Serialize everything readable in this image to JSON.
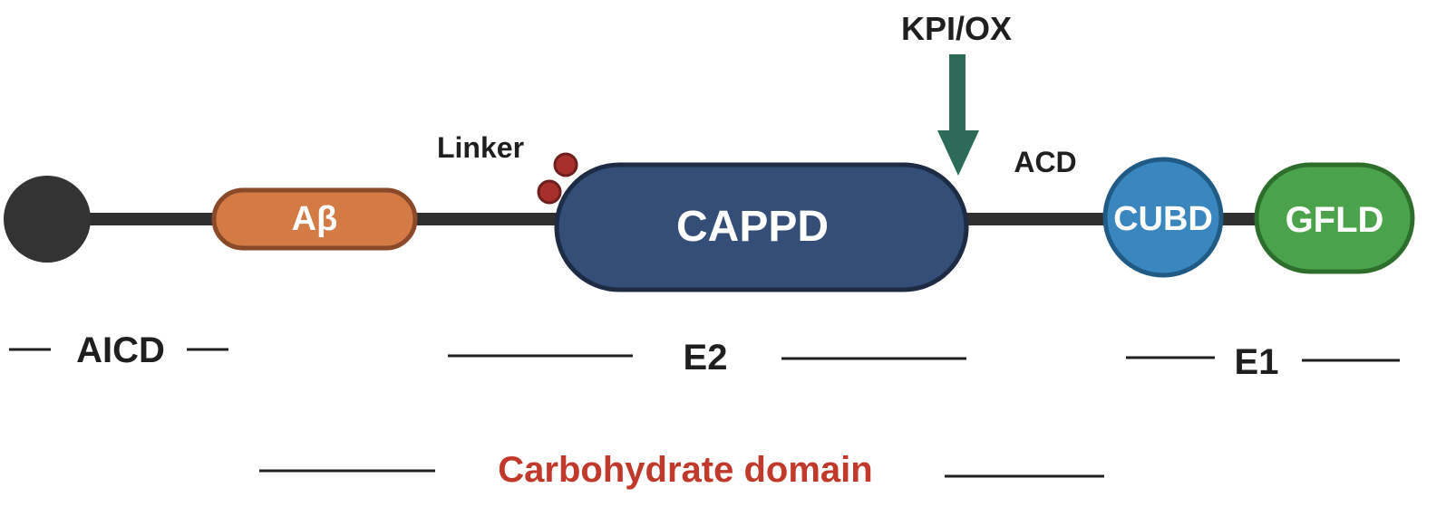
{
  "labels": {
    "kpi_ox": "KPI/OX",
    "linker": "Linker",
    "acd": "ACD",
    "abeta": "Aβ",
    "cappd": "CAPPD",
    "cubd": "CUBD",
    "gfld": "GFLD",
    "aicd": "AICD",
    "e2": "E2",
    "e1": "E1",
    "carbohydrate_domain": "Carbohydrate domain"
  },
  "colors": {
    "backbone": "#2f2f2f",
    "terminal": "#333333",
    "abeta_fill": "#d47a45",
    "abeta_stroke": "#8a4a2a",
    "cappd_fill": "#344e78",
    "cappd_stroke": "#1e2b44",
    "cubd_fill": "#3a86bf",
    "cubd_stroke": "#1f5b85",
    "gfld_fill": "#4aa24a",
    "gfld_stroke": "#2d6e2d",
    "linker_dots": "#a7302d",
    "arrow": "#2b6b58",
    "carbohydrate_text": "#c0392b",
    "label_text": "#1f1f1f"
  }
}
